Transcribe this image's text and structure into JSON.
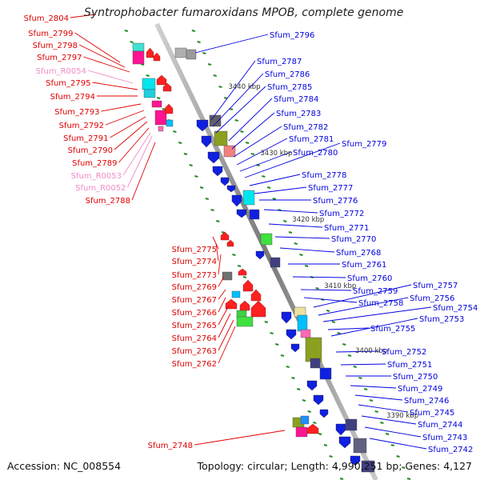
{
  "title": "Syntrophobacter fumaroxidans MPOB, complete genome",
  "accession_label": "Accession: NC_008554",
  "topology_label": "Topology: circular; Length: 4,990,251 bp; Genes: 4,127",
  "colors": {
    "left_label": "#e00000",
    "left_rna_label": "#f08cc8",
    "right_label": "#0000e0",
    "backbone": "#808080",
    "tick": "#228b22"
  },
  "scale_marks": [
    "3440 kbp",
    "3430 kbp",
    "3420 kbp",
    "3410 kbp",
    "3400 kbp",
    "3390 kbp"
  ],
  "left_labels": [
    "Sfum_2804",
    "Sfum_2799",
    "Sfum_2798",
    "Sfum_2797",
    "Sfum_R0054",
    "Sfum_2795",
    "Sfum_2794",
    "Sfum_2793",
    "Sfum_2792",
    "Sfum_2791",
    "Sfum_2790",
    "Sfum_2789",
    "Sfum_R0053",
    "Sfum_R0052",
    "Sfum_2788",
    "Sfum_2775",
    "Sfum_2774",
    "Sfum_2773",
    "Sfum_2769",
    "Sfum_2767",
    "Sfum_2766",
    "Sfum_2765",
    "Sfum_2764",
    "Sfum_2763",
    "Sfum_2762",
    "Sfum_2748"
  ],
  "right_labels": [
    "Sfum_2796",
    "Sfum_2787",
    "Sfum_2786",
    "Sfum_2785",
    "Sfum_2784",
    "Sfum_2783",
    "Sfum_2782",
    "Sfum_2781",
    "Sfum_2780",
    "Sfum_2779",
    "Sfum_2778",
    "Sfum_2777",
    "Sfum_2776",
    "Sfum_2772",
    "Sfum_2771",
    "Sfum_2770",
    "Sfum_2768",
    "Sfum_2761",
    "Sfum_2760",
    "Sfum_2759",
    "Sfum_2758",
    "Sfum_2757",
    "Sfum_2756",
    "Sfum_2754",
    "Sfum_2755",
    "Sfum_2753",
    "Sfum_2752",
    "Sfum_2751",
    "Sfum_2750",
    "Sfum_2749",
    "Sfum_2746",
    "Sfum_2745",
    "Sfum_2744",
    "Sfum_2743",
    "Sfum_2742"
  ]
}
